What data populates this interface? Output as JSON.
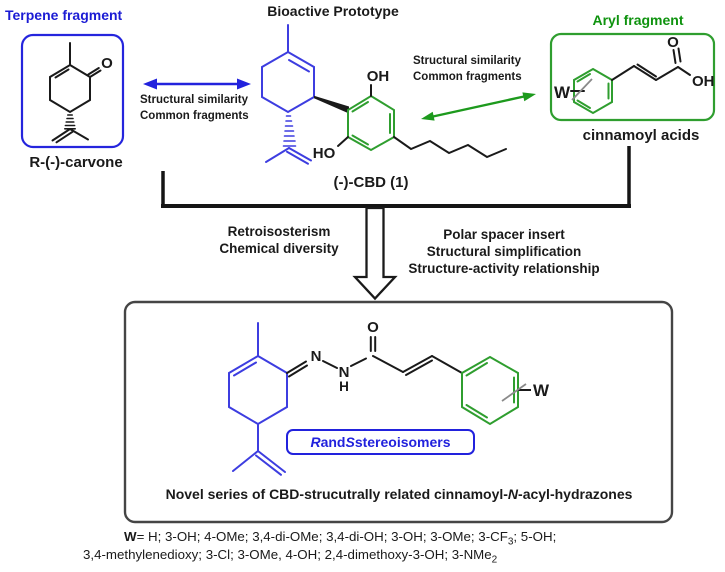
{
  "colors": {
    "blue_text": "#1b1bd4",
    "blue_bond": "#3d3de0",
    "blue_border": "#2525dd",
    "green_text": "#0f930f",
    "green_bond": "#2f9e2f",
    "black": "#1a1a1a",
    "gray_bond": "#8a8a8a",
    "box_border": "#454545"
  },
  "header": {
    "terpene_label": "Terpene fragment",
    "prototype_label": "Bioactive Prototype",
    "aryl_label": "Aryl fragment"
  },
  "captions": {
    "carvone": "R-(-)-carvone",
    "cbd": "(-)-CBD (1)",
    "cinnamoyl": "cinnamoyl acids"
  },
  "similarity_left": {
    "line1": "Structural similarity",
    "line2": "Common fragments"
  },
  "similarity_right": {
    "line1": "Structural similarity",
    "line2": "Common fragments"
  },
  "transform_left": {
    "line1": "Retroisosterism",
    "line2": "Chemical diversity"
  },
  "transform_right": {
    "line1": "Polar spacer insert",
    "line2": "Structural simplification",
    "line3": "Structure-activity relationship"
  },
  "stereo": {
    "r": "R",
    "and_": " and ",
    "s": "S",
    "rest": " stereoisomers"
  },
  "novel_caption": {
    "pre": "Novel series of CBD-strucutrally related cinnamoyl-",
    "n": "N",
    "post": "-acyl-hydrazones"
  },
  "substituents": {
    "w": "W",
    "line1_a": "= H; 3-OH; 4-OMe; 3,4-di-OMe; 3,4-di-OH; 3-OH; 3-OMe; 3-CF",
    "line1_sub": "3",
    "line1_b": "; 5-OH;",
    "line2_a": "3,4-methylenedioxy; 3-Cl; 3-OMe, 4-OH; 2,4-dimethoxy-3-OH; 3-NMe",
    "line2_sub": "2"
  },
  "atoms": {
    "o": "O",
    "oh": "OH",
    "ho": "HO",
    "n": "N",
    "h": "H",
    "w": "W"
  }
}
